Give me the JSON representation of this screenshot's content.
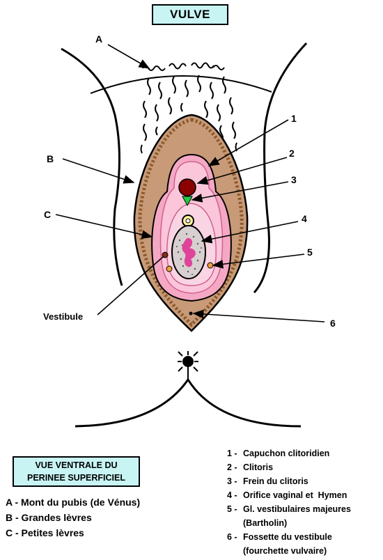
{
  "title": "VULVE",
  "labels": {
    "A": "A",
    "B": "B",
    "C": "C",
    "n1": "1",
    "n2": "2",
    "n3": "3",
    "n4": "4",
    "n5": "5",
    "n6": "6",
    "vestibule": "Vestibule"
  },
  "view_box": {
    "line1": "VUE VENTRALE DU",
    "line2": "PERINEE SUPERFICIEL"
  },
  "legend_left": [
    "A - Mont du pubis (de Vénus)",
    "B - Grandes lèvres",
    "C - Petites lèvres"
  ],
  "legend_right": [
    {
      "num": "1 -",
      "lines": [
        "Capuchon clitoridien"
      ]
    },
    {
      "num": "2 -",
      "lines": [
        "Clitoris"
      ]
    },
    {
      "num": "3 -",
      "lines": [
        "Frein du clitoris"
      ]
    },
    {
      "num": "4 -",
      "lines": [
        "Orifice vaginal et  Hymen"
      ]
    },
    {
      "num": "5 -",
      "lines": [
        "Gl. vestibulaires majeures",
        "(Bartholin)"
      ]
    },
    {
      "num": "6 -",
      "lines": [
        "Fossette du vestibule",
        "(fourchette vulvaire)"
      ]
    }
  ],
  "colors": {
    "title_bg": "#c9f4f4",
    "labium_majus": "#c89a78",
    "labium_border": "#8b5a2b",
    "labium_minus": "#f4a8c4",
    "vestibule": "#f9d4e2",
    "clitoris": "#8b0000",
    "frenulum": "#22cc44"
  }
}
